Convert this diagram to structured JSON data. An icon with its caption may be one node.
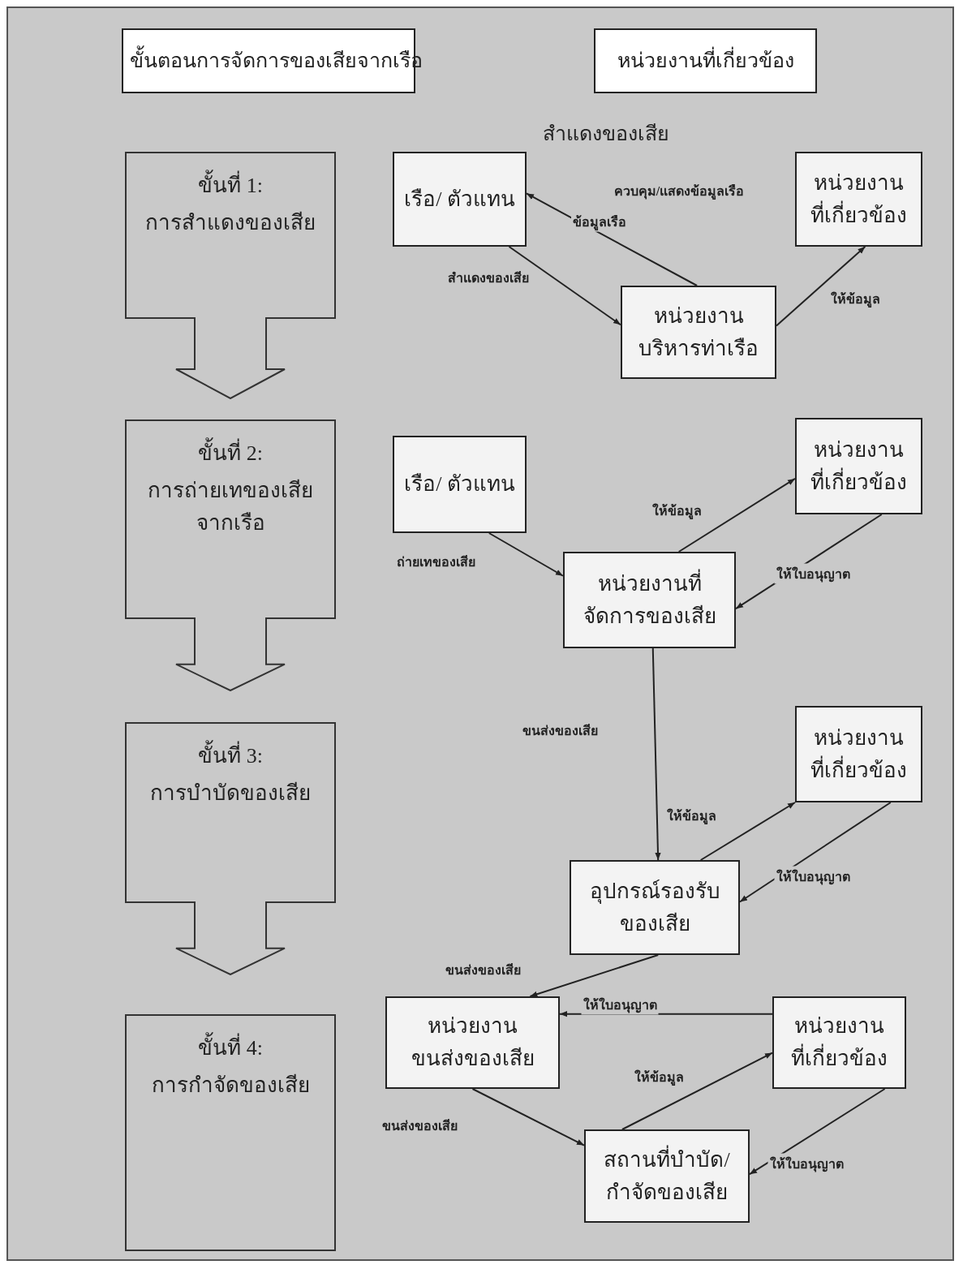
{
  "diagram": {
    "nodes": [
      {
        "text": [
          "ขั้นตอนการจัดการของเสียจากเรือ"
        ]
      },
      {
        "text": [
          "หน่วยงานที่เกี่ยวข้อง"
        ]
      },
      {
        "text": [
          "ขั้นที่ 1:",
          "การสำแดงของเสีย"
        ]
      },
      {
        "text": [
          "ขั้นที่ 2:",
          "การถ่ายเทของเสีย จากเรือ"
        ]
      },
      {
        "text": [
          "ขั้นที่ 3:",
          "การบำบัดของเสีย"
        ]
      },
      {
        "text": [
          "ขั้นที่ 4:",
          "การกำจัดของเสีย"
        ]
      },
      {
        "text": [
          "เรือ/ ตัวแทน"
        ]
      },
      {
        "text": [
          "หน่วยงาน ที่เกี่ยวข้อง"
        ]
      },
      {
        "text": [
          "หน่วยงาน บริหารท่าเรือ"
        ]
      },
      {
        "text": [
          "เรือ/ ตัวแทน"
        ]
      },
      {
        "text": [
          "หน่วยงาน ที่เกี่ยวข้อง"
        ]
      },
      {
        "text": [
          "หน่วยงานที่ จัดการของเสีย"
        ]
      },
      {
        "text": [
          "อุปกรณ์รองรับ ของเสีย"
        ]
      },
      {
        "text": [
          "หน่วยงาน ที่เกี่ยวข้อง"
        ]
      },
      {
        "text": [
          "หน่วยงาน ขนส่งของเสีย"
        ]
      },
      {
        "text": [
          "หน่วยงาน ที่เกี่ยวข้อง"
        ]
      },
      {
        "text": [
          "สถานที่บำบัด/ กำจัดของเสีย"
        ]
      }
    ],
    "edges": [
      {
        "from": 6,
        "to": 8,
        "arrow": "to",
        "label": "สำแดงของเสีย"
      },
      {
        "from": 8,
        "to": 6,
        "arrow": "to",
        "label": "ข้อมูลเรือ"
      },
      {
        "from": 8,
        "to": 7,
        "arrow": "to",
        "label": "ให้ข้อมูล"
      },
      {
        "from": 9,
        "to": 11,
        "arrow": "to",
        "label": "ถ่ายเทของเสีย"
      },
      {
        "from": 11,
        "to": 10,
        "arrow": "to",
        "label": "ให้ข้อมูล"
      },
      {
        "from": 10,
        "to": 11,
        "arrow": "to",
        "label": "ให้ใบอนุญาต"
      },
      {
        "from": 11,
        "to": 12,
        "arrow": "to",
        "label": "ขนส่งของเสีย"
      },
      {
        "from": 12,
        "to": 13,
        "arrow": "to",
        "label": "ให้ข้อมูล"
      },
      {
        "from": 13,
        "to": 12,
        "arrow": "to",
        "label": "ให้ใบอนุญาต"
      },
      {
        "from": 12,
        "to": 14,
        "arrow": "to",
        "label": "ขนส่งของเสีย"
      },
      {
        "from": 15,
        "to": 14,
        "arrow": "to",
        "label": "ให้ใบอนุญาต"
      },
      {
        "from": 16,
        "to": 15,
        "arrow": "to",
        "label": "ให้ข้อมูล"
      },
      {
        "from": 14,
        "to": 16,
        "arrow": "to",
        "label": "ขนส่งของเสีย"
      },
      {
        "from": 15,
        "to": 16,
        "arrow": "to",
        "label": "ให้ใบอนุญาต"
      }
    ],
    "labels": [
      "สำแดงของเสีย",
      "ควบคุม/แสดงข้อมูลเรือ"
    ]
  }
}
